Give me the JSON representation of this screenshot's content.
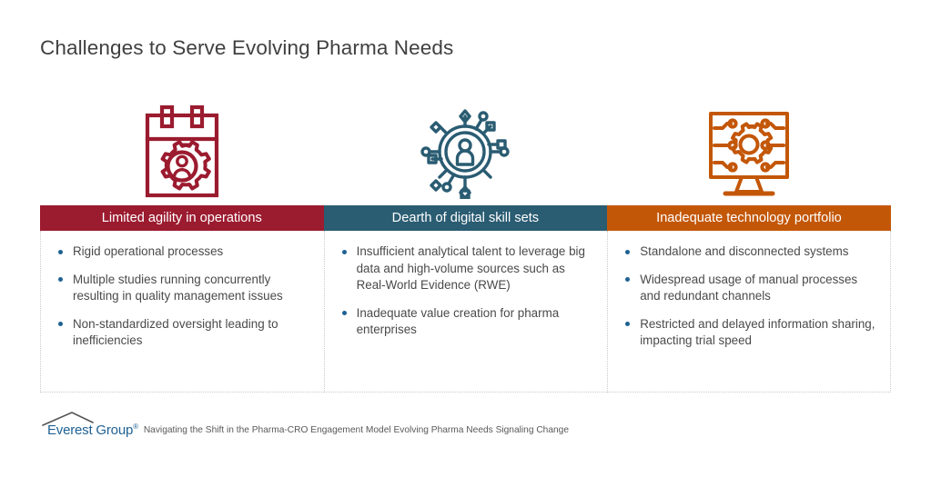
{
  "slide": {
    "title": "Challenges to Serve Evolving Pharma Needs"
  },
  "colors": {
    "column_1_header_bg": "#9B1B2F",
    "column_2_header_bg": "#2A5C72",
    "column_3_header_bg": "#C35708",
    "bullet_dot": "#1F6194",
    "title_text": "#404040",
    "body_text": "#4a4a4a",
    "logo_text": "#1F6194"
  },
  "columns": [
    {
      "icon_name": "calendar-gear-person-icon",
      "icon_color": "#9B1B2F",
      "header": "Limited agility in operations",
      "bullets": [
        "Rigid operational processes",
        "Multiple studies running concurrently resulting in quality management issues",
        "Non-standardized oversight leading to inefficiencies"
      ]
    },
    {
      "icon_name": "network-skills-person-icon",
      "icon_color": "#2A5C72",
      "header": "Dearth of digital skill sets",
      "bullets": [
        "Insufficient analytical talent to leverage big data and high-volume sources such as Real-World Evidence (RWE)",
        "Inadequate value creation for pharma enterprises"
      ]
    },
    {
      "icon_name": "monitor-circuit-gear-icon",
      "icon_color": "#C35708",
      "header": "Inadequate technology portfolio",
      "bullets": [
        "Standalone and disconnected systems",
        "Widespread usage of manual processes and redundant channels",
        "Restricted and delayed information sharing, impacting trial speed"
      ]
    }
  ],
  "footer": {
    "logo_name": "Everest Group",
    "logo_registered_mark": "®",
    "caption": "Navigating the Shift in the Pharma-CRO Engagement Model Evolving Pharma Needs Signaling Change"
  }
}
